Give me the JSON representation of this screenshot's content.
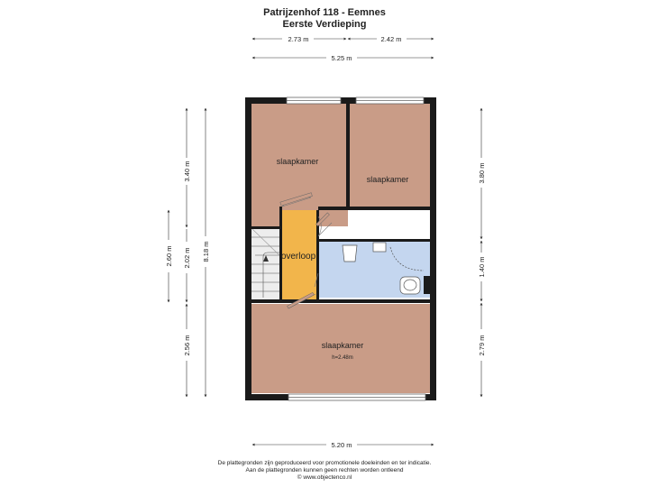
{
  "header": {
    "title": "Patrijzenhof 118 - Eemnes",
    "subtitle": "Eerste Verdieping"
  },
  "rooms": {
    "bedroom_top_left": "slaapkamer",
    "bedroom_top_right": "slaapkamer",
    "bedroom_bottom": "slaapkamer",
    "bedroom_bottom_height": "h=2.48m",
    "landing": "overloop"
  },
  "dimensions": {
    "top_left_width": "2.73 m",
    "top_right_width": "2.42 m",
    "top_total_width": "5.25 m",
    "bottom_total_width": "5.20 m",
    "left_top": "3.40 m",
    "left_mid": "2.02 m",
    "left_bottom": "2.56 m",
    "left_total": "8.18 m",
    "left_stair": "2.60 m",
    "right_top": "3.80 m",
    "right_mid": "1.40 m",
    "right_bottom": "2.79 m"
  },
  "footer": {
    "line1": "De plattegronden zijn geproduceerd voor promotionele doeleinden en ter indicatie.",
    "line2": "Aan de plattegronden kunnen geen rechten worden ontleend",
    "line3": "© www.objectenco.nl"
  },
  "colors": {
    "bedroom": "#c99c87",
    "landing": "#f2b54b",
    "bathroom": "#c4d6ef",
    "wall": "#1a1a1a",
    "stair": "#ececec"
  }
}
